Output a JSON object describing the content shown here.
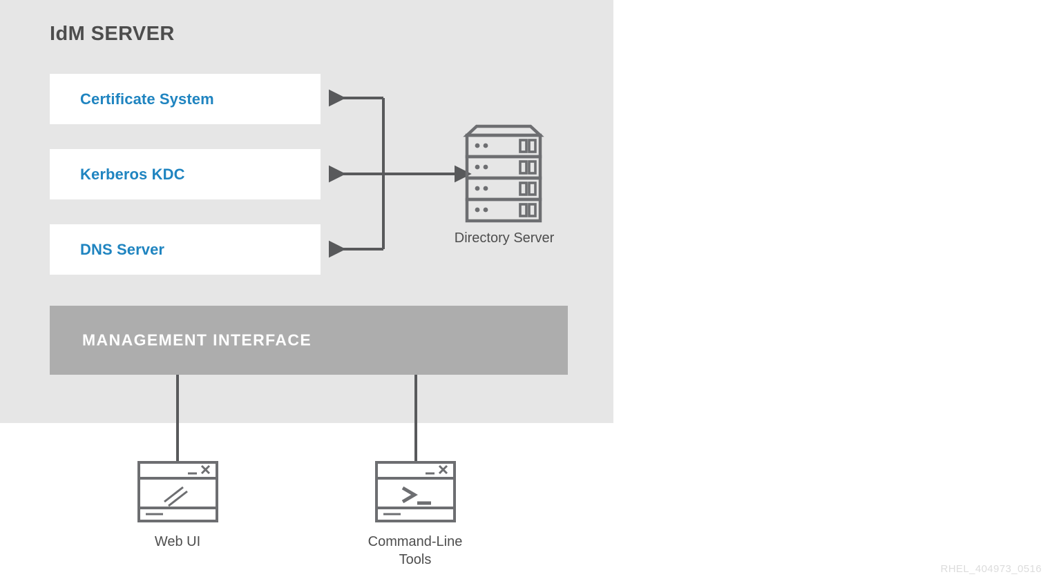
{
  "diagram": {
    "title": "IdM SERVER",
    "watermark": "RHEL_404973_0516",
    "colors": {
      "panel_background": "#e6e6e6",
      "page_background": "#ffffff",
      "service_box_background": "#ffffff",
      "service_text": "#1f84c0",
      "title_text": "#4d4d4d",
      "management_bar": "#adadad",
      "management_text": "#ffffff",
      "connector_line": "#58595b",
      "icon_stroke": "#6d6e71",
      "watermark_text": "#dcdcdc"
    }
  },
  "services": [
    {
      "id": "certificate-system",
      "label": "Certificate System"
    },
    {
      "id": "kerberos-kdc",
      "label": "Kerberos KDC"
    },
    {
      "id": "dns-server",
      "label": "DNS Server"
    }
  ],
  "management": {
    "label": "MANAGEMENT INTERFACE"
  },
  "directory_server": {
    "label": "Directory Server",
    "icon": "server-rack-icon",
    "rack_slots": 4
  },
  "clients": [
    {
      "id": "web-ui",
      "label": "Web UI",
      "icon": "browser-window-icon",
      "window_controls": [
        "minimize",
        "close"
      ]
    },
    {
      "id": "command-line-tools",
      "label": "Command-Line\nTools",
      "icon": "terminal-window-icon",
      "prompt": ">_",
      "window_controls": [
        "minimize",
        "close"
      ]
    }
  ],
  "connections": [
    {
      "from": "directory-server",
      "to": "certificate-system",
      "arrow": "single"
    },
    {
      "from": "directory-server",
      "to": "kerberos-kdc",
      "arrow": "double"
    },
    {
      "from": "directory-server",
      "to": "dns-server",
      "arrow": "single"
    },
    {
      "from": "management-interface",
      "to": "web-ui",
      "arrow": "none"
    },
    {
      "from": "management-interface",
      "to": "command-line-tools",
      "arrow": "none"
    }
  ]
}
